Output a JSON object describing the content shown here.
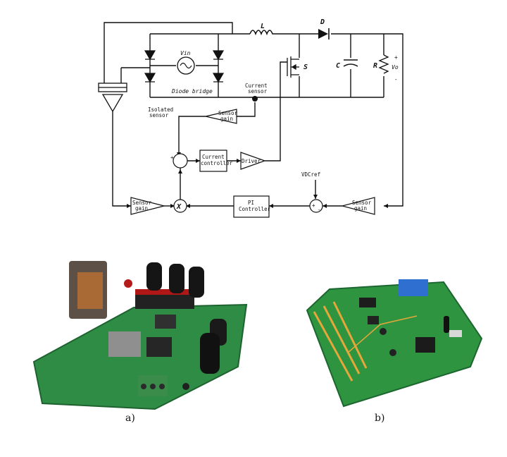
{
  "schematic": {
    "inductor": "L",
    "diode": "D",
    "source": "Vin",
    "switch": "S",
    "capacitor": "C",
    "resistor": "R",
    "output_voltage": "Vo",
    "plus": "+",
    "minus": "-",
    "diode_bridge": "Diode bridge",
    "current_sensor": [
      "Current",
      "sensor"
    ],
    "isolated_sensor": [
      "Isolated",
      "sensor"
    ],
    "sensor_gain": [
      "Sensor",
      "gain"
    ],
    "current_controller": [
      "Current",
      "controller"
    ],
    "driver": "Driver",
    "pi_controller": [
      "PI",
      "Controller"
    ],
    "reference": "VDCref",
    "multiplier": "X"
  },
  "captions": {
    "a": "a)",
    "b": "b)"
  }
}
